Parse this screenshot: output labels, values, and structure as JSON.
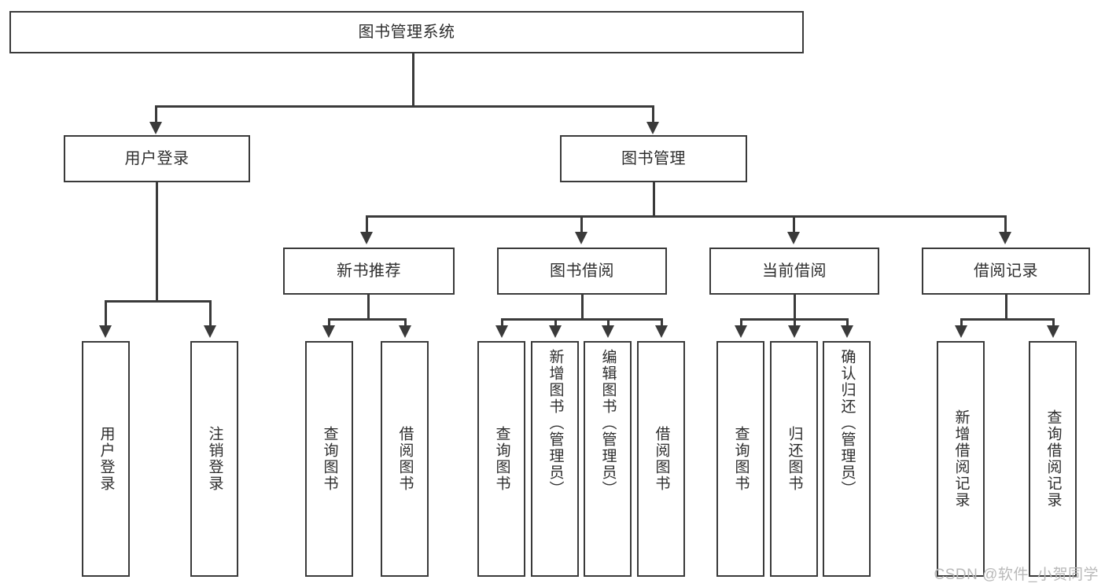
{
  "diagram": {
    "title": "图书管理系统",
    "type": "tree",
    "watermark": "CSDN @软件_小贺同学",
    "colors": {
      "box_border": "#3a3a3a",
      "box_fill": "#ffffff",
      "text": "#2e2e2e",
      "connector": "#3a3a3a",
      "watermark": "#b9b9b9",
      "background": "#ffffff"
    },
    "root": {
      "label": "图书管理系统"
    },
    "level1": [
      {
        "label": "用户登录"
      },
      {
        "label": "图书管理"
      }
    ],
    "level2": [
      {
        "label": "新书推荐",
        "parent": "图书管理"
      },
      {
        "label": "图书借阅",
        "parent": "图书管理"
      },
      {
        "label": "当前借阅",
        "parent": "图书管理"
      },
      {
        "label": "借阅记录",
        "parent": "图书管理"
      }
    ],
    "leaves": {
      "user_login": [
        {
          "label": "用户登录"
        },
        {
          "label": "注销登录"
        }
      ],
      "new_book_recommend": [
        {
          "label": "查询图书"
        },
        {
          "label": "借阅图书"
        }
      ],
      "book_borrow": [
        {
          "label": "查询图书"
        },
        {
          "label": "新增图书（管理员）"
        },
        {
          "label": "编辑图书（管理员）"
        },
        {
          "label": "借阅图书"
        }
      ],
      "current_borrow": [
        {
          "label": "查询图书"
        },
        {
          "label": "归还图书"
        },
        {
          "label": "确认归还（管理员）"
        }
      ],
      "borrow_record": [
        {
          "label": "新增借阅记录"
        },
        {
          "label": "查询借阅记录"
        }
      ]
    }
  }
}
